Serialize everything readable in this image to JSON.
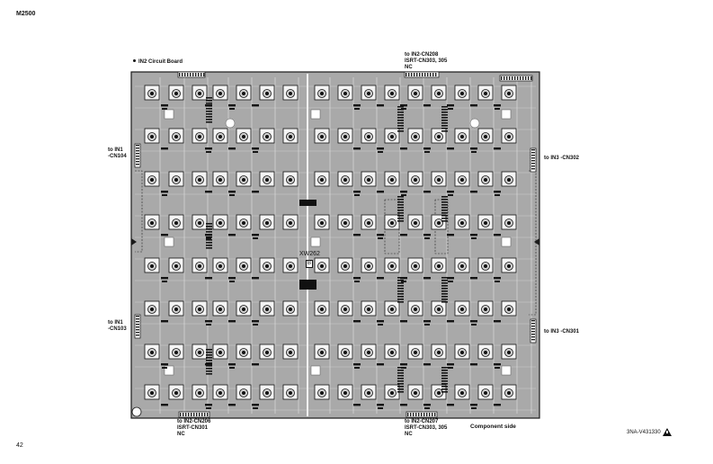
{
  "header": {
    "model": "M2500"
  },
  "footer": {
    "page_number": "42",
    "doc_code": "3NA-V431330"
  },
  "board": {
    "title": "IN2 Circuit Board",
    "component_side": "Component side",
    "center_ref": "XW262",
    "center_mark": "B"
  },
  "connectors": {
    "top": [
      "to IN2-CN208",
      "ISRT-CN303, 305",
      "NC"
    ],
    "left_upper": [
      "to IN1",
      "-CN104"
    ],
    "left_lower": [
      "to IN1",
      "-CN103"
    ],
    "right_upper": [
      "to IN3",
      "-CN302"
    ],
    "right_lower": [
      "to IN3",
      "-CN301"
    ],
    "bottom_left": [
      "to IN2-CN206",
      "ISRT-CN301",
      "NC"
    ],
    "bottom_right": [
      "to IN2-CN207",
      "ISRT-CN303, 305",
      "NC"
    ]
  },
  "colors": {
    "board": "#a9a9a9",
    "outline": "#1a1a1a",
    "trace": "#e6e6e6",
    "pad": "#151515"
  }
}
